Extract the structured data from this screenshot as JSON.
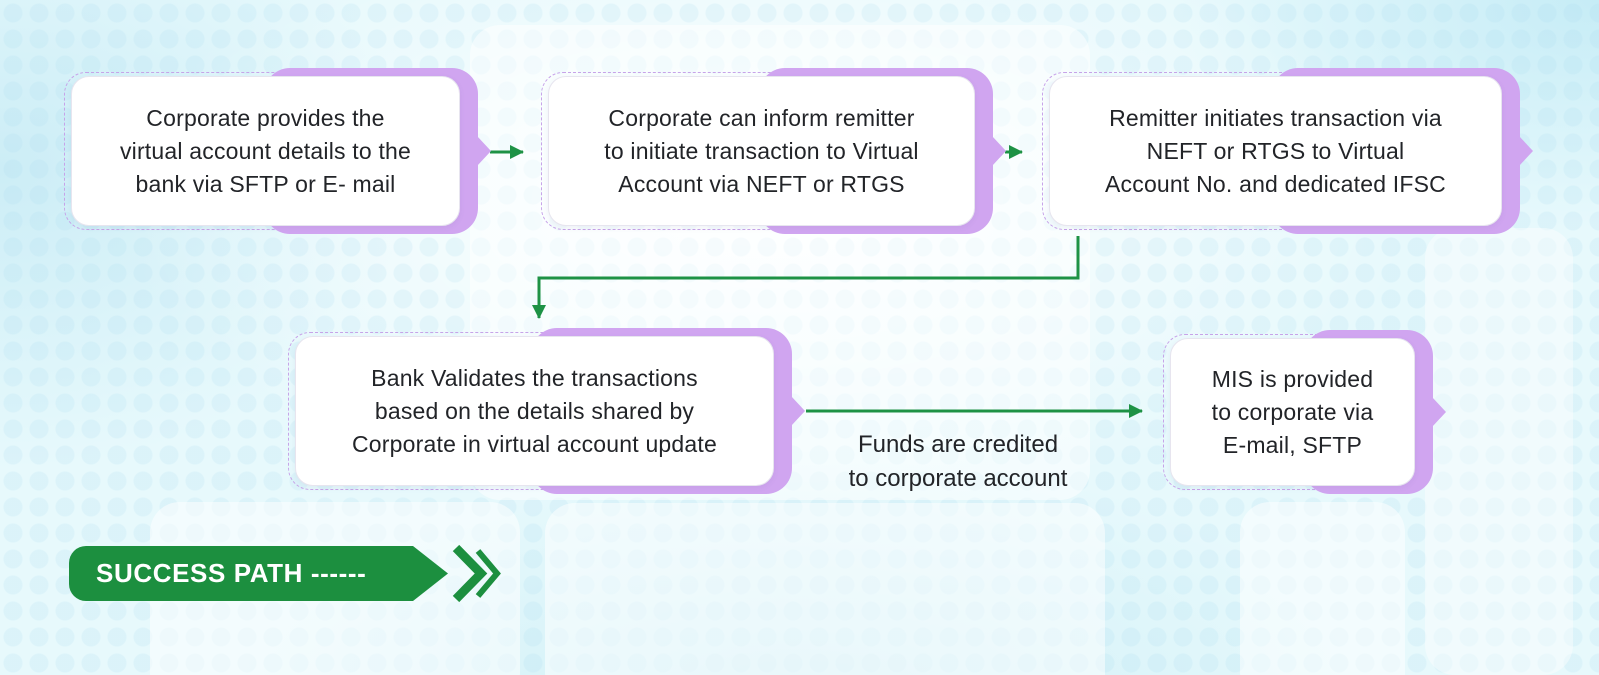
{
  "steps": [
    {
      "text": "Corporate provides the\nvirtual account details to the\nbank via SFTP or E- mail"
    },
    {
      "text": "Corporate can inform remitter\nto initiate transaction to Virtual\nAccount via NEFT or RTGS"
    },
    {
      "text": "Remitter initiates transaction via\nNEFT or RTGS to Virtual\nAccount No. and dedicated IFSC"
    },
    {
      "text": "Bank Validates the transactions\nbased on the details shared by\nCorporate in virtual account update"
    },
    {
      "text": "MIS is provided\nto corporate via\nE-mail, SFTP"
    }
  ],
  "edge_label": {
    "text": "Funds are credited\nto corporate account"
  },
  "banner": {
    "label": "SUCCESS PATH ------"
  },
  "colors": {
    "arrow-green": "#1e9245",
    "banner-green": "#1c8f3f",
    "blob-purple": "#d0a5f0",
    "dash-purple": "#c7a3e9",
    "text-dark": "#222428"
  }
}
